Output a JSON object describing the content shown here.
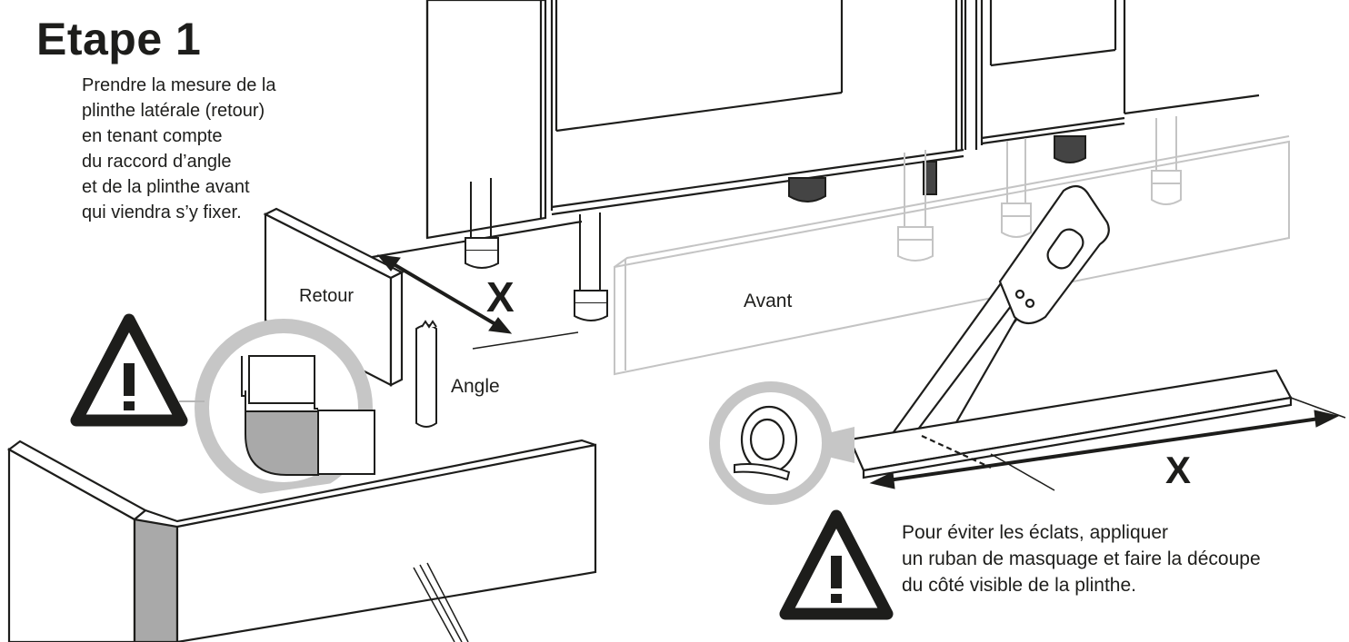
{
  "step_title": "Etape 1",
  "intro_lines": [
    "Prendre la mesure de la",
    "plinthe latérale (retour)",
    "en tenant compte",
    "du raccord d’angle",
    "et de la plinthe avant",
    "qui viendra s’y fixer."
  ],
  "labels": {
    "retour": "Retour",
    "avant": "Avant",
    "angle": "Angle",
    "measure_x": "X",
    "measure_x_cut": "X"
  },
  "warning_note_lines": [
    "Pour éviter les éclats, appliquer",
    "un ruban de masquage et faire la découpe",
    "du côté visible de la plinthe."
  ],
  "icons": [
    "warning-triangle-icon",
    "masking-tape-icon",
    "saw-icon"
  ],
  "colors": {
    "ink": "#1d1d1b",
    "magnifier_ring": "#c6c6c6",
    "angle_fill": "#a9a9a9",
    "faded_line": "#c4c4c4"
  }
}
